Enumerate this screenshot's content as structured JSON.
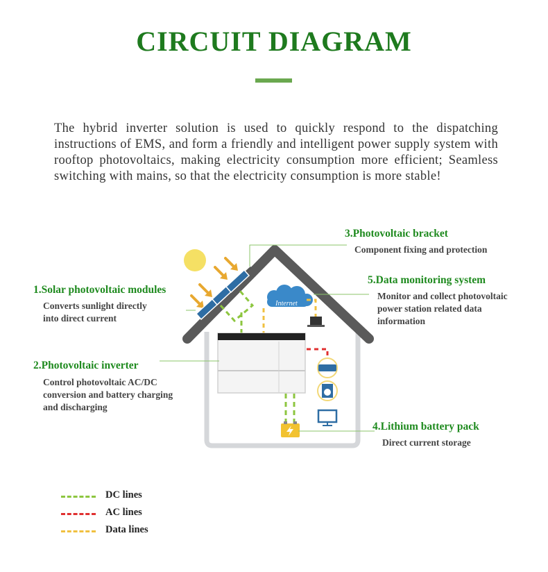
{
  "title": "CIRCUIT DIAGRAM",
  "intro": "The hybrid inverter solution is used to quickly respond to the dispatching instructions of EMS, and form a friendly and intelligent power supply system with rooftop photovoltaics, making electricity consumption more efficient; Seamless switching with mains, so that the electricity consumption is more stable!",
  "components": [
    {
      "label": "1.Solar photovoltaic modules",
      "desc": [
        "Converts sunlight directly",
        "into direct current"
      ]
    },
    {
      "label": "2.Photovoltaic inverter",
      "desc": [
        "Control photovoltaic AC/DC",
        "conversion and battery charging",
        "and discharging"
      ]
    },
    {
      "label": "3.Photovoltaic bracket",
      "desc": [
        "Component fixing and protection"
      ]
    },
    {
      "label": "4.Lithium battery pack",
      "desc": [
        "Direct current storage"
      ]
    },
    {
      "label": "5.Data monitoring system",
      "desc": [
        "Monitor and collect photovoltaic",
        "power station related data",
        "information"
      ]
    }
  ],
  "cloud_label": "Internet",
  "legend": [
    {
      "label": "DC lines",
      "color": "#8dc63f"
    },
    {
      "label": "AC lines",
      "color": "#e03030"
    },
    {
      "label": "Data lines",
      "color": "#f0c040"
    }
  ],
  "colors": {
    "title": "#1e7a1e",
    "label": "#1e8a1e",
    "roof": "#555555",
    "panel": "#2e6da4",
    "sun": "#f5e064"
  }
}
